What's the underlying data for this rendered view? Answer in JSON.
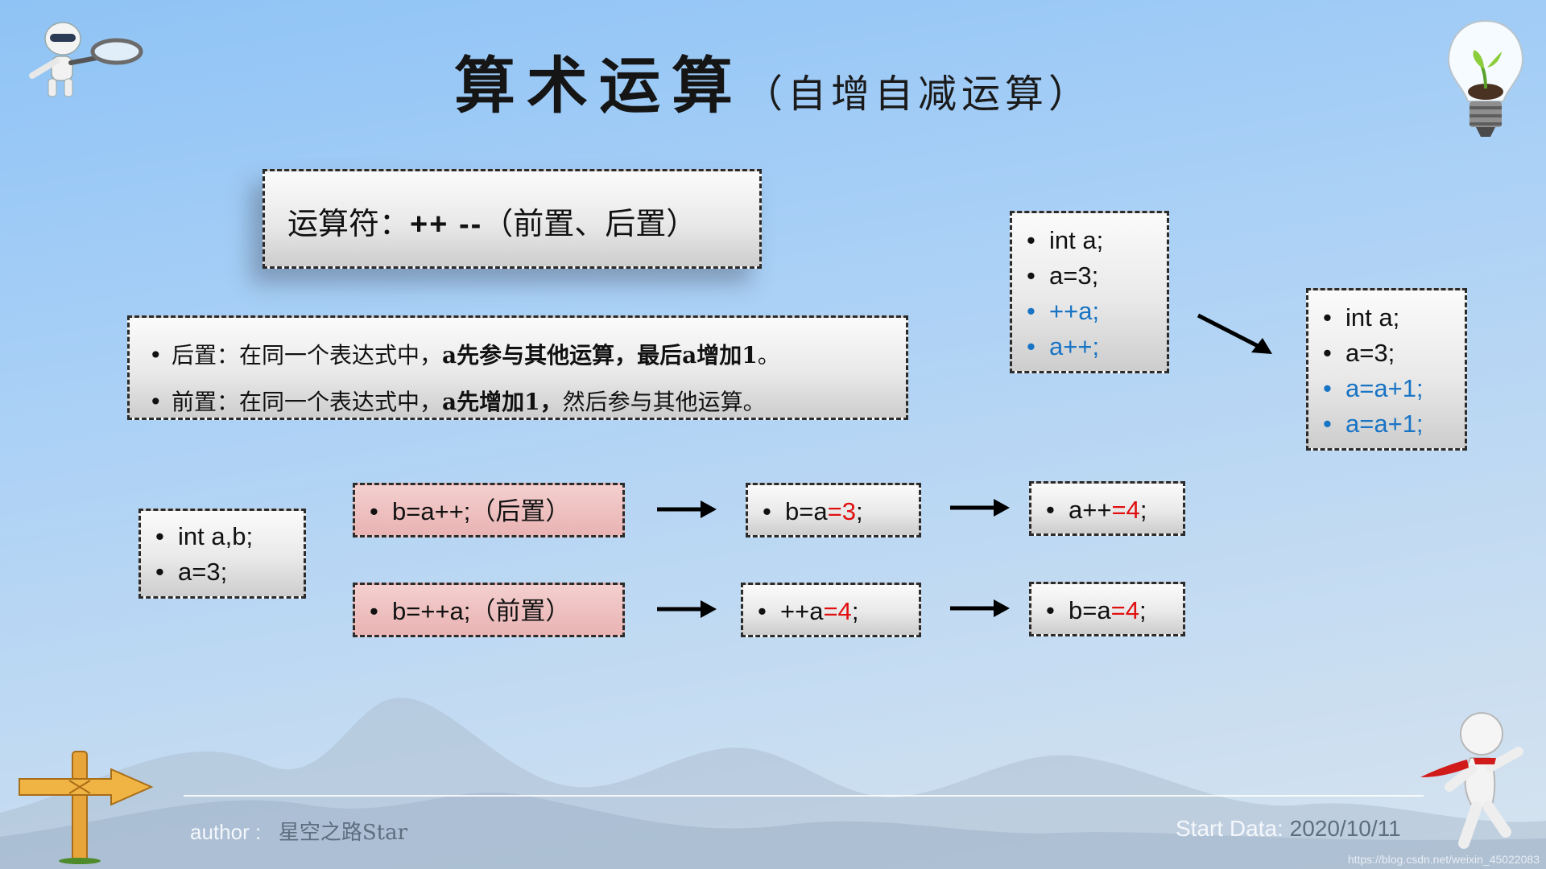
{
  "title": {
    "main": "算术运算",
    "sub": "（自增自减运算）"
  },
  "operators_box": {
    "label": "运算符：",
    "ops": "++   --",
    "note": "（前置、后置）"
  },
  "rules": [
    {
      "head": "后置：在同一个表达式中，",
      "bold": "a先参与其他运算，最后a增加1",
      "tail": "。"
    },
    {
      "head": "前置：在同一个表达式中，",
      "bold": "a先增加1，",
      "tail": "然后参与其他运算。"
    }
  ],
  "right_before": {
    "lines": [
      {
        "text": "int a;",
        "color": "black"
      },
      {
        "text": "a=3;",
        "color": "black"
      },
      {
        "text": "++a;",
        "color": "blue"
      },
      {
        "text": "a++;",
        "color": "blue"
      }
    ]
  },
  "right_after": {
    "lines": [
      {
        "text": "int a;",
        "color": "black"
      },
      {
        "text": "a=3;",
        "color": "black"
      },
      {
        "text": "a=a+1;",
        "color": "blue"
      },
      {
        "text": "a=a+1;",
        "color": "blue"
      }
    ]
  },
  "decl_box": {
    "lines": [
      "int a,b;",
      "a=3;"
    ]
  },
  "row_post": {
    "expr": "b=a++;",
    "tag": "（后置）",
    "step1": {
      "prefix": "b=a",
      "highlight": "=3",
      "suffix": ";"
    },
    "step2": {
      "prefix": "a++",
      "highlight": "=4",
      "suffix": ";"
    }
  },
  "row_pre": {
    "expr": "b=++a;",
    "tag": "（前置）",
    "step1": {
      "prefix": "++a",
      "highlight": "=4",
      "suffix": ";"
    },
    "step2": {
      "prefix": "b=a",
      "highlight": "=4",
      "suffix": ";"
    }
  },
  "footer": {
    "author_label": "author  :",
    "author_value": "星空之路Star",
    "date_label": "Start Data:",
    "date_value": "2020/10/11",
    "watermark": "https://blog.csdn.net/weixin_45022083"
  },
  "colors": {
    "blue_code": "#1874c4",
    "red_value": "#e01010",
    "pink_box": "#eab4b4"
  },
  "icons": [
    "magnifier-robot-icon",
    "lightbulb-plant-icon",
    "signpost-icon",
    "running-figure-icon",
    "arrow-right-icon"
  ]
}
